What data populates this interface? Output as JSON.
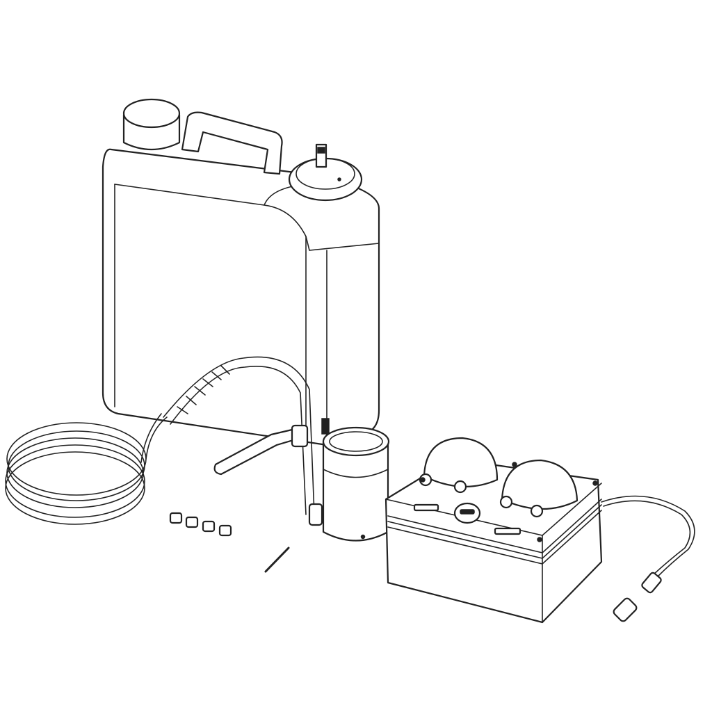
{
  "colors": {
    "line": "#222222",
    "background": "#ffffff"
  },
  "parts": [
    "jerrycan",
    "coiled-tube",
    "hose",
    "filter-cup",
    "connectors",
    "pin",
    "control-box",
    "sensor-cable"
  ]
}
